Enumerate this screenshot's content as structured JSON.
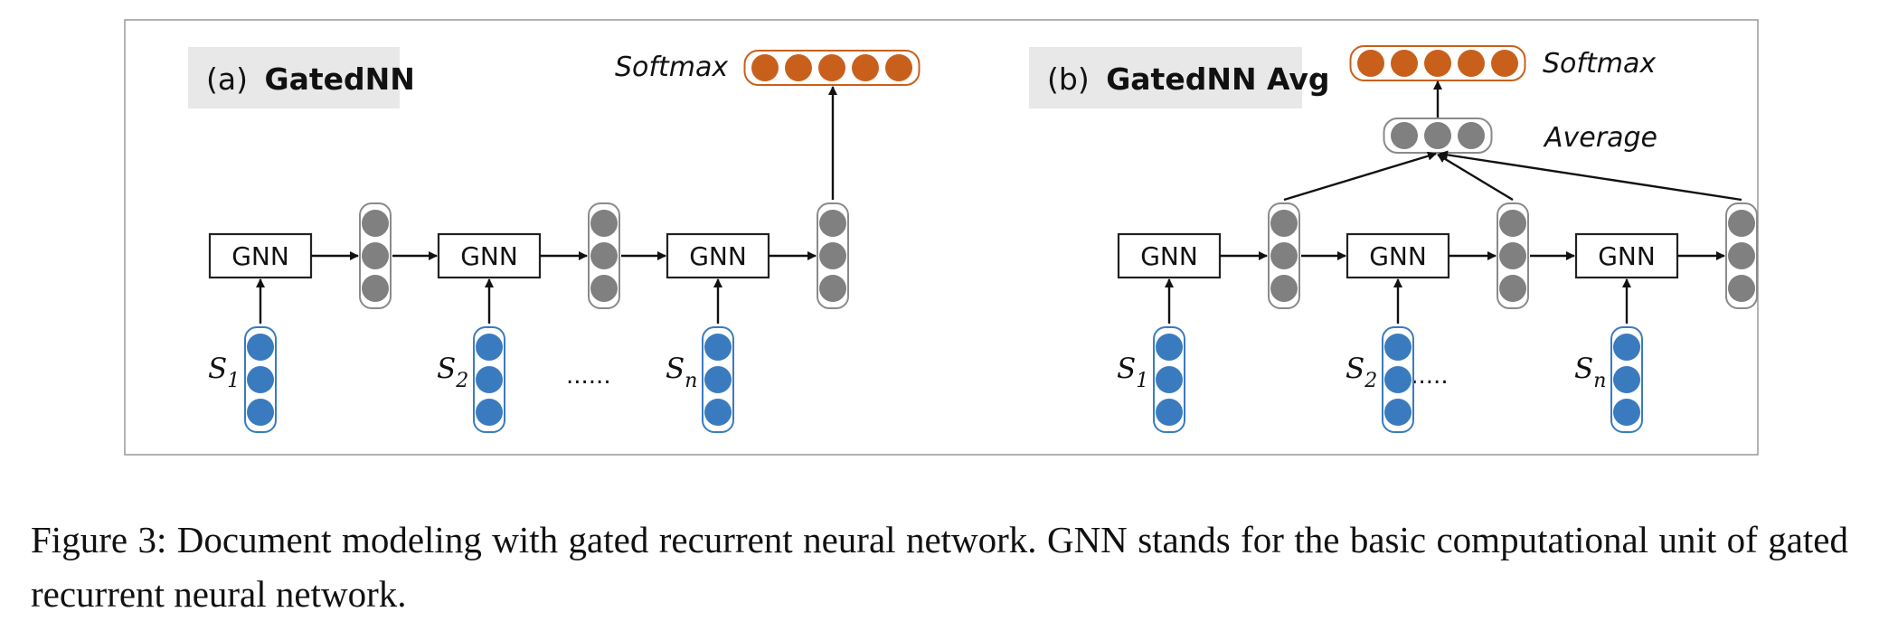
{
  "figure": {
    "panel_a": {
      "prefix": "(a)",
      "title": "GatedNN",
      "softmax_label": "Softmax",
      "gnn_labels": [
        "GNN",
        "GNN",
        "GNN"
      ],
      "inputs": [
        {
          "base": "S",
          "sub": "1"
        },
        {
          "base": "S",
          "sub": "2"
        },
        {
          "base": "S",
          "sub": "n"
        }
      ],
      "ellipsis": "......"
    },
    "panel_b": {
      "prefix": "(b)",
      "title": "GatedNN Avg",
      "softmax_label": "Softmax",
      "average_label": "Average",
      "gnn_labels": [
        "GNN",
        "GNN",
        "GNN"
      ],
      "inputs": [
        {
          "base": "S",
          "sub": "1"
        },
        {
          "base": "S",
          "sub": "2"
        },
        {
          "base": "S",
          "sub": "n"
        }
      ],
      "ellipsis": "......"
    },
    "colors": {
      "input_node": "#3a7bbf",
      "hidden_node": "#808080",
      "softmax_node": "#c8601c",
      "frame": "#a0a0a0"
    }
  },
  "caption": "Figure 3: Document modeling with gated recurrent neural network. GNN stands for the basic computational unit of gated recurrent neural network."
}
